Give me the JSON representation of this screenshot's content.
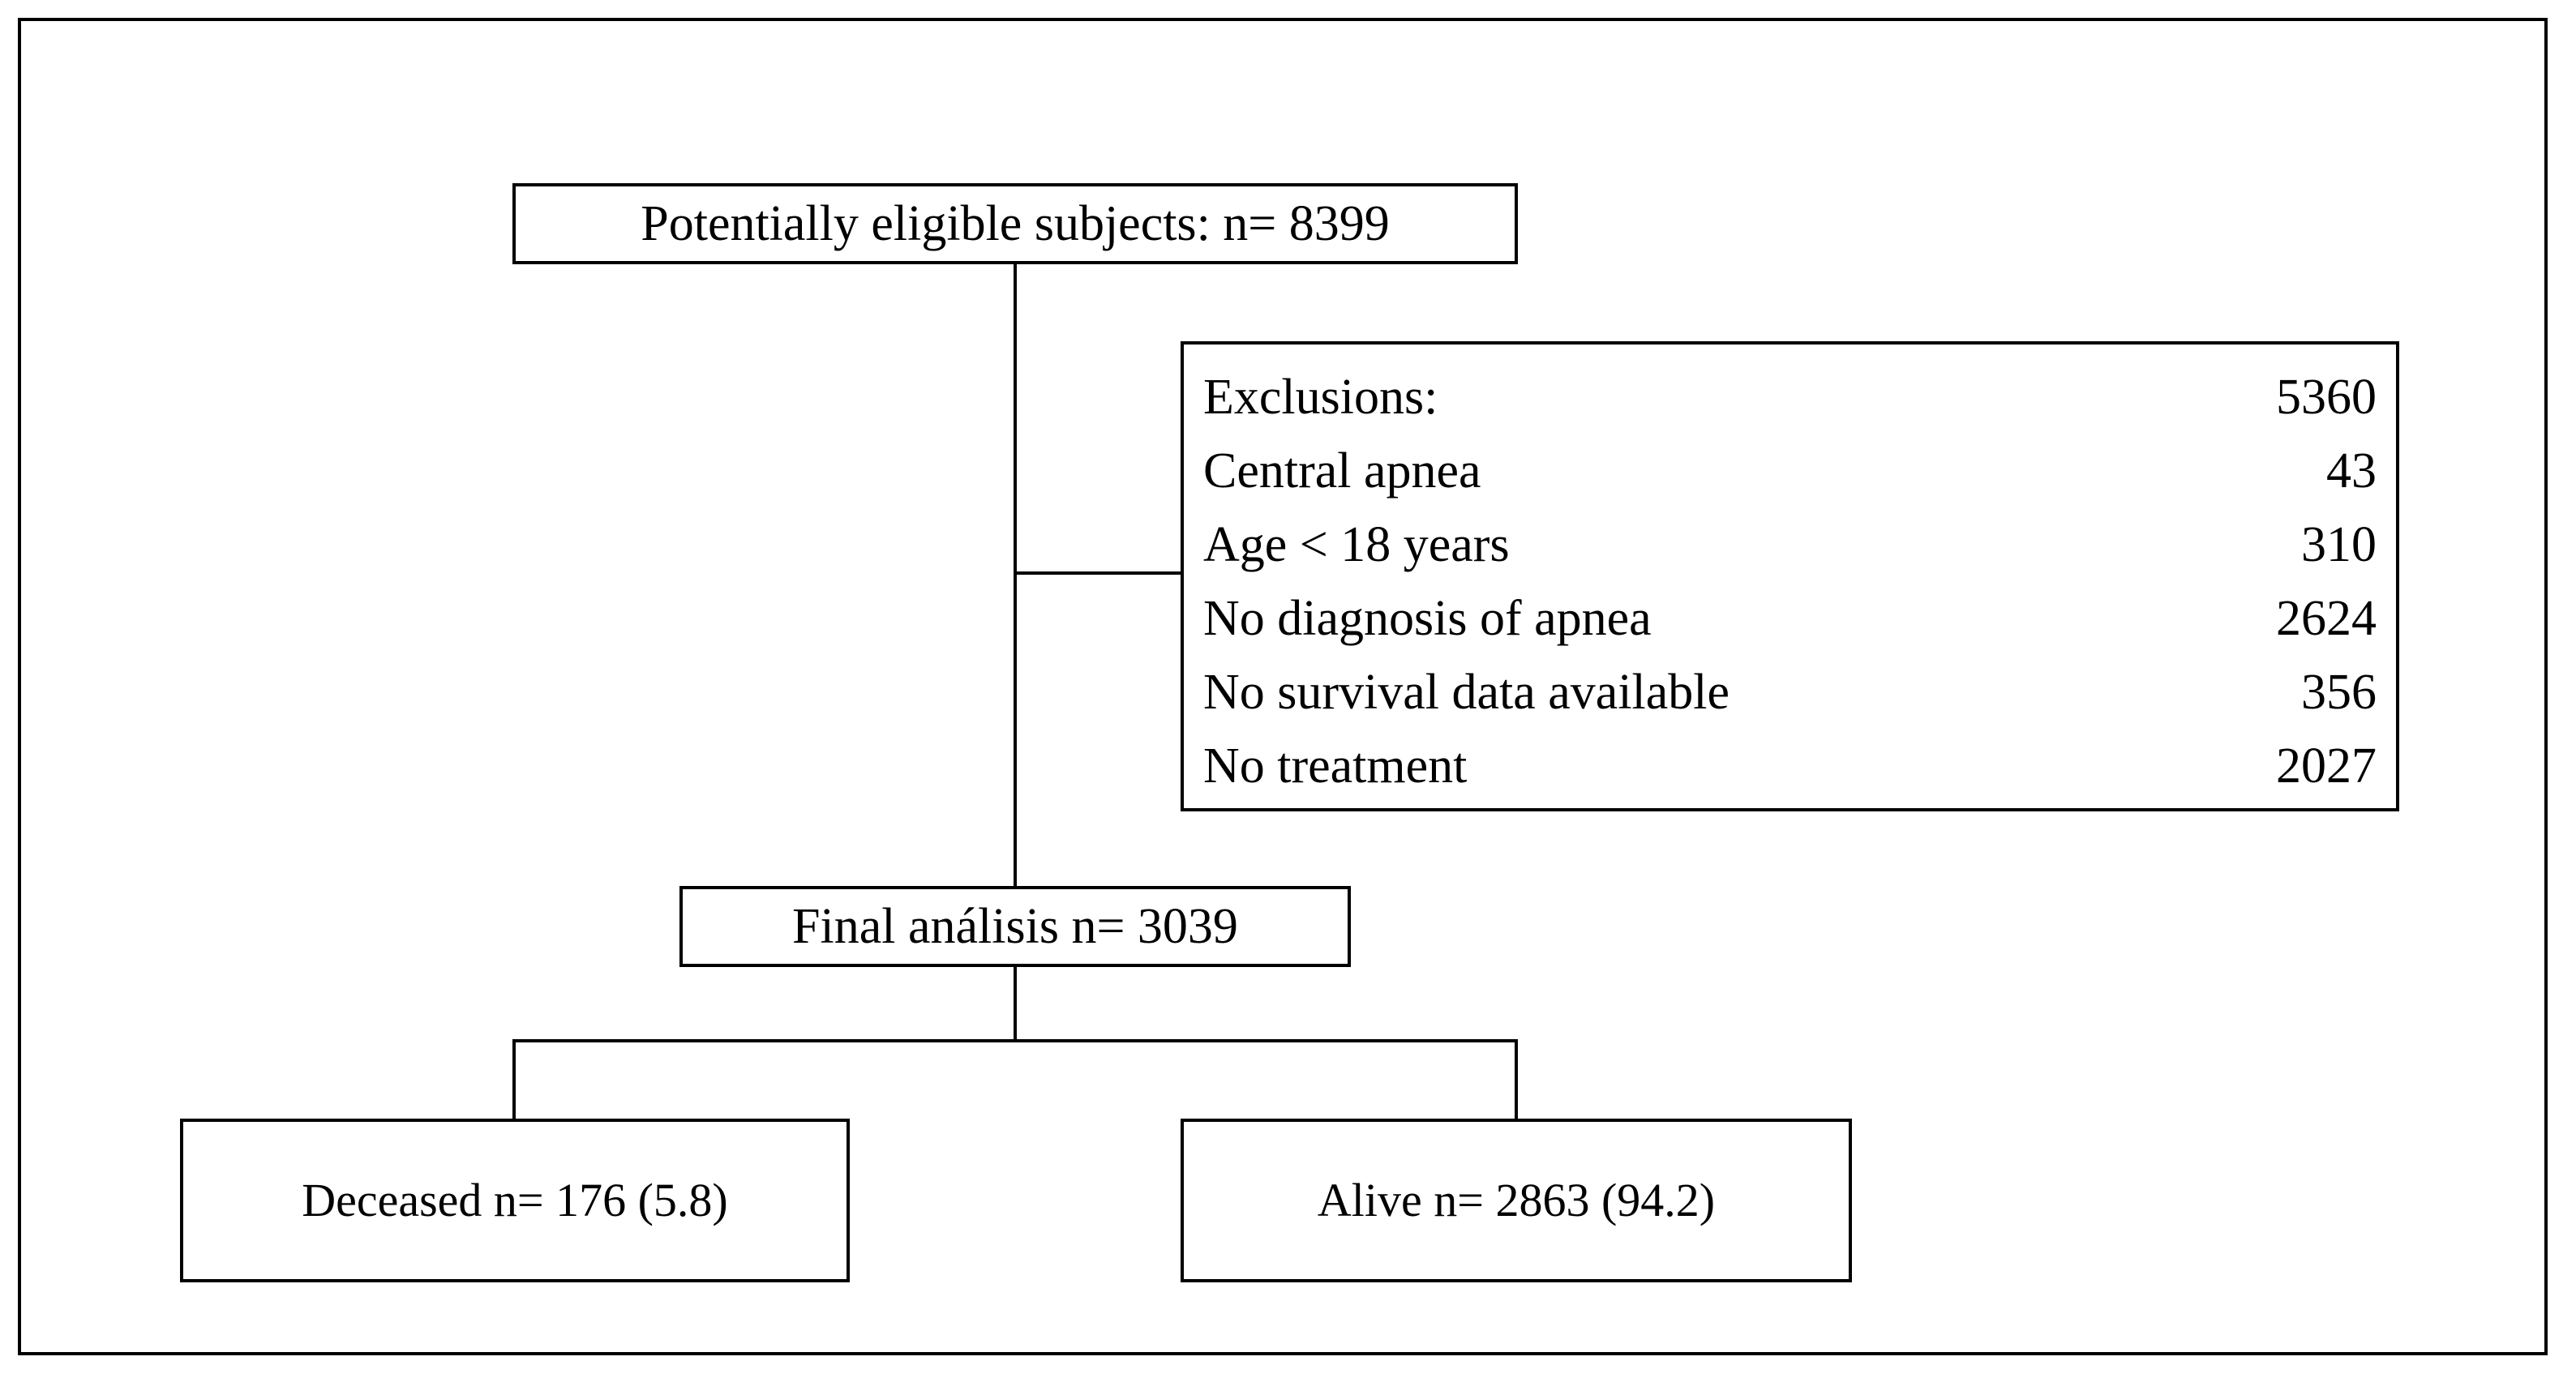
{
  "flowchart": {
    "top": {
      "label": "Potentially eligible subjects: n= 8399"
    },
    "exclusions": {
      "rows": [
        {
          "label": "Exclusions:",
          "value": "5360"
        },
        {
          "label": "Central apnea",
          "value": "43"
        },
        {
          "label": "Age < 18 years",
          "value": "310"
        },
        {
          "label": "No diagnosis of apnea",
          "value": "2624"
        },
        {
          "label": "No survival data available",
          "value": "356"
        },
        {
          "label": "No treatment",
          "value": "2027"
        }
      ]
    },
    "final": {
      "label": "Final análisis n= 3039"
    },
    "outcomes": {
      "deceased": "Deceased n= 176 (5.8)",
      "alive": "Alive n= 2863 (94.2)"
    }
  }
}
